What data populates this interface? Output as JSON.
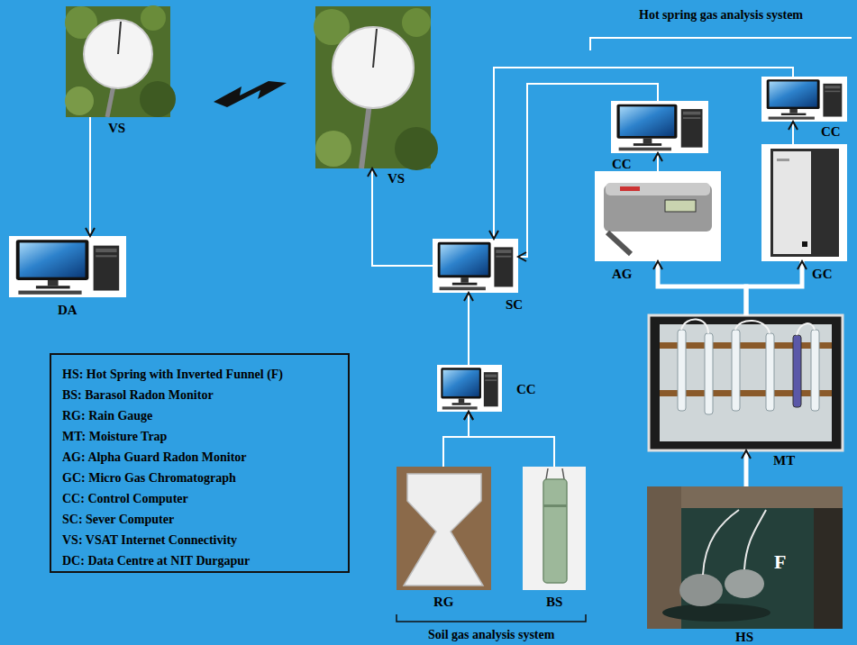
{
  "diagram": {
    "nodes": [
      {
        "text": [
          "VS"
        ]
      },
      {
        "text": [
          "VS"
        ]
      },
      {
        "text": [
          "CC"
        ]
      },
      {
        "text": [
          "CC"
        ]
      },
      {
        "text": [
          "DA"
        ]
      },
      {
        "text": [
          "SC"
        ]
      },
      {
        "text": [
          "AG"
        ]
      },
      {
        "text": [
          "GC"
        ]
      },
      {
        "text": [
          "MT"
        ]
      },
      {
        "text": [
          "CC"
        ]
      },
      {
        "text": [
          "RG"
        ]
      },
      {
        "text": [
          "BS"
        ]
      },
      {
        "text": [
          "F",
          "HS"
        ]
      }
    ],
    "edges": [
      {
        "from": 0,
        "to": 4,
        "arrow": "to"
      },
      {
        "from": 5,
        "to": 1,
        "arrow": "to"
      },
      {
        "from": 3,
        "to": 5,
        "arrow": "to"
      },
      {
        "from": 2,
        "to": 5,
        "arrow": "to"
      },
      {
        "from": 6,
        "to": 3,
        "arrow": "to"
      },
      {
        "from": 7,
        "to": 2,
        "arrow": "to"
      },
      {
        "from": 8,
        "to": 6,
        "arrow": "to"
      },
      {
        "from": 8,
        "to": 7,
        "arrow": "to"
      },
      {
        "from": 12,
        "to": 8,
        "arrow": "to"
      },
      {
        "from": 9,
        "to": 5,
        "arrow": "to"
      },
      {
        "from": 10,
        "to": 9,
        "arrow": "to"
      },
      {
        "from": 11,
        "to": 9,
        "arrow": "to"
      }
    ],
    "labels": [
      "Hot spring gas analysis system",
      "Soil gas analysis system"
    ],
    "legend": [
      {
        "text": "HS: Hot Spring with Inverted Funnel (F)"
      },
      {
        "text": "BS: Barasol Radon Monitor"
      },
      {
        "text": "RG: Rain Gauge"
      },
      {
        "text": "MT: Moisture Trap"
      },
      {
        "text": "AG: Alpha Guard Radon Monitor"
      },
      {
        "text": "GC: Micro Gas Chromatograph"
      },
      {
        "text": "CC: Control Computer"
      },
      {
        "text": "SC: Sever Computer"
      },
      {
        "text": "VS: VSAT Internet Connectivity"
      },
      {
        "text": "DC: Data Centre at NIT Durgapur"
      }
    ]
  }
}
